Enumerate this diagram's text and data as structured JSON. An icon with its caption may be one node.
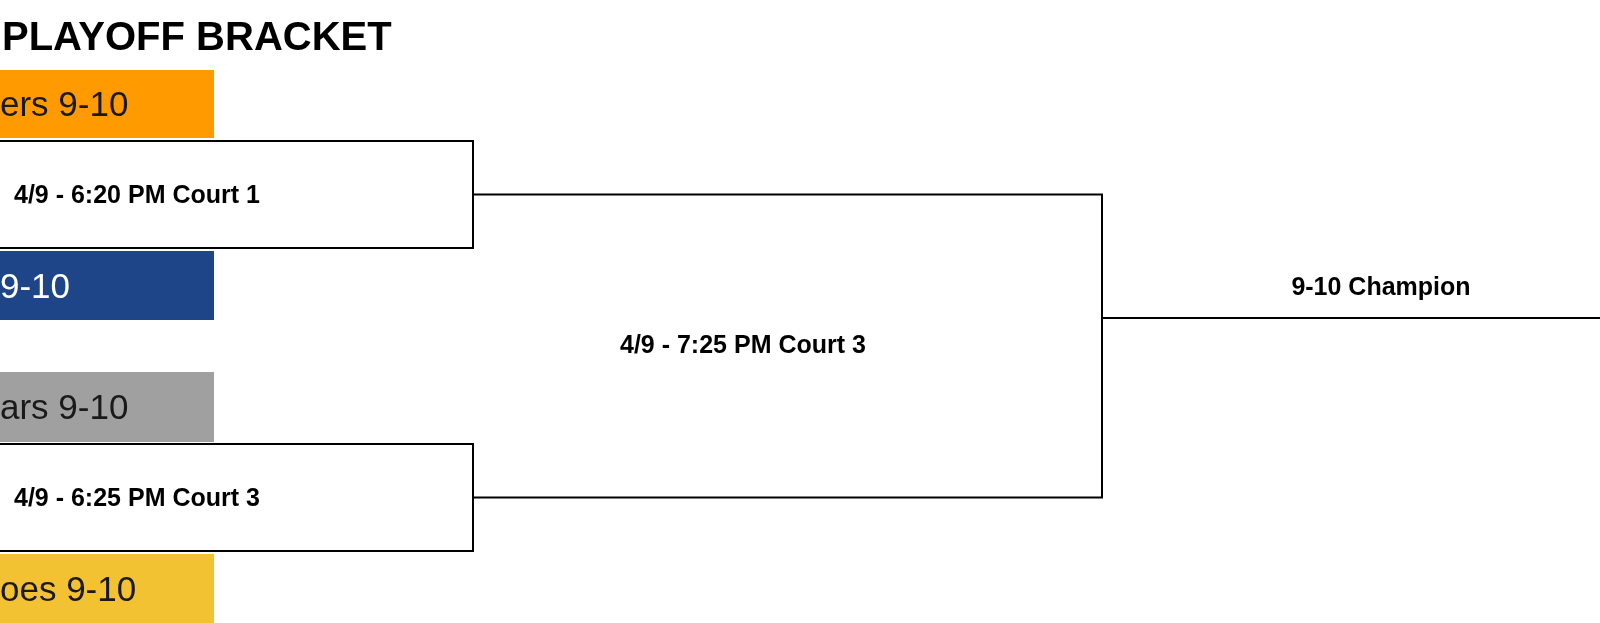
{
  "diagram": {
    "title": "PLAYOFF BRACKET",
    "nodes": [
      {
        "text": [
          "ers 9-10"
        ]
      },
      {
        "text": [
          "4/9 - 6:20 PM Court 1"
        ]
      },
      {
        "text": [
          "9-10"
        ]
      },
      {
        "text": [
          "ars 9-10"
        ]
      },
      {
        "text": [
          "4/9 - 6:25 PM Court 3"
        ]
      },
      {
        "text": [
          "oes 9-10"
        ]
      },
      {
        "text": [
          "9-10 Champion"
        ]
      }
    ],
    "edges": [
      {
        "from": 1,
        "to": 6,
        "arrow": "none"
      },
      {
        "from": 4,
        "to": 6,
        "arrow": "none"
      }
    ],
    "labels": [
      "4/9 - 7:25 PM Court 3"
    ]
  }
}
